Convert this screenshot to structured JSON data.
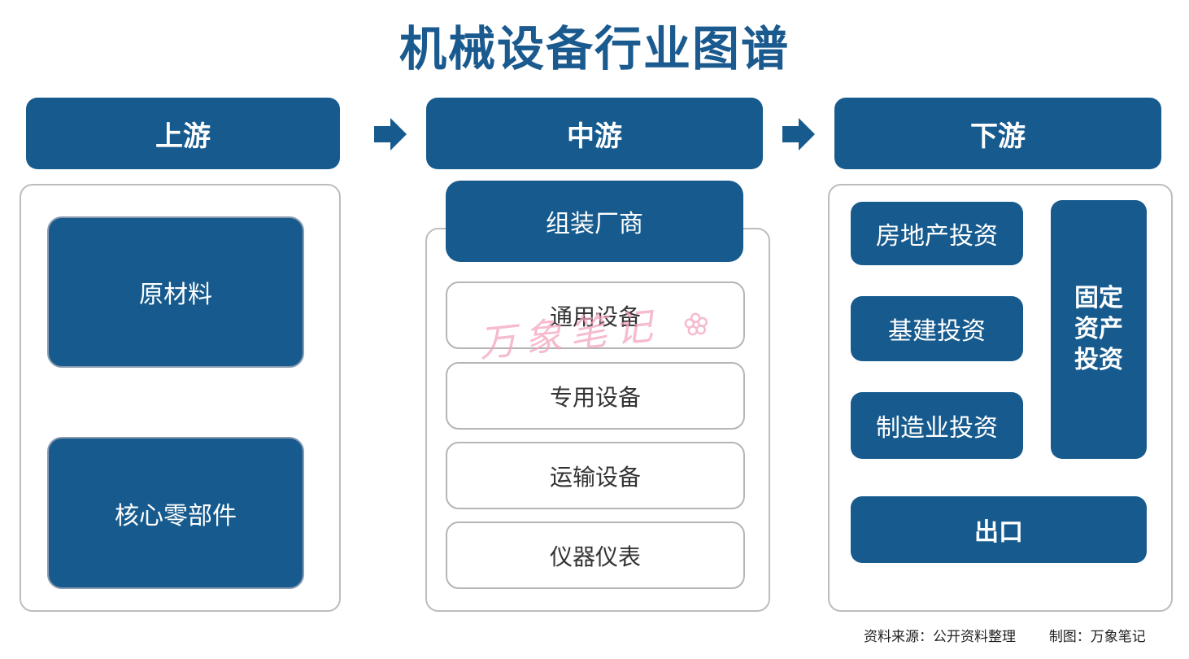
{
  "title": "机械设备行业图谱",
  "upstream": {
    "header": "上游",
    "items": [
      "原材料",
      "核心零部件"
    ]
  },
  "midstream": {
    "header": "中游",
    "top": "组装厂商",
    "items": [
      "通用设备",
      "专用设备",
      "运输设备",
      "仪器仪表"
    ]
  },
  "downstream": {
    "header": "下游",
    "investments": [
      "房地产投资",
      "基建投资",
      "制造业投资"
    ],
    "fixed_asset": [
      "固定",
      "资产",
      "投资"
    ],
    "export": "出口"
  },
  "watermark": "万象笔记",
  "footer": {
    "source": "资料来源：公开资料整理",
    "maker": "制图：万象笔记"
  },
  "colors": {
    "primary": "#175b8e",
    "title": "#1a5a8e",
    "watermark": "#f3a5bd"
  }
}
